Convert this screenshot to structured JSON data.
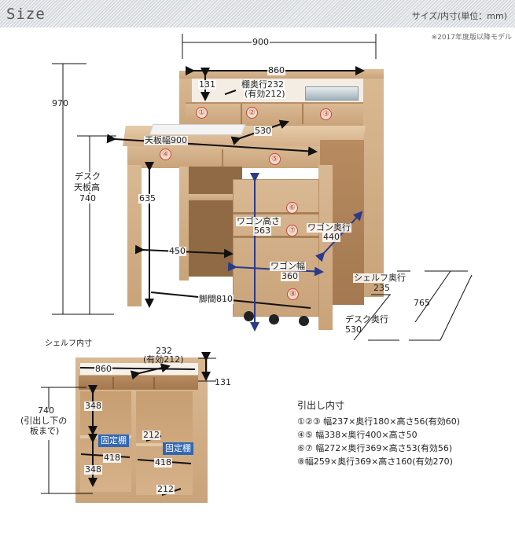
{
  "header": {
    "title": "Size",
    "subtitle": "サイズ/内寸(単位：mm)"
  },
  "note": "※2017年度版以降モデル",
  "main_diagram": {
    "overall_width": "900",
    "overall_height": "970",
    "shelf_width": "860",
    "shelf_height": "131",
    "shelf_depth": "棚奥行232",
    "shelf_depth_effective": "(有効212)",
    "top_depth_arrow": "530",
    "top_width": "天板幅900",
    "desk_height_label_1": "デスク",
    "desk_height_label_2": "天板高",
    "desk_height_value": "740",
    "under_desk_height": "635",
    "under_width": "450",
    "leg_span": "脚間810",
    "wagon_height_label": "ワゴン高さ",
    "wagon_height_value": "563",
    "wagon_depth_label": "ワゴン奥行",
    "wagon_depth_value": "440",
    "wagon_width_label": "ワゴン幅",
    "wagon_width_value": "360",
    "shelf_depth_side_label": "シェルフ奥行",
    "shelf_depth_side_value": "235",
    "desk_depth_label": "デスク奥行",
    "desk_depth_value": "530",
    "total_depth": "765",
    "drawer_numbers": [
      "①",
      "②",
      "③",
      "④",
      "⑤",
      "⑥",
      "⑦",
      "⑧"
    ]
  },
  "shelf_diagram": {
    "title": "シェルフ内寸",
    "depth": "232",
    "depth_effective": "(有効212)",
    "width": "860",
    "height_top": "131",
    "height_label_1": "740",
    "height_label_2": "(引出し下の",
    "height_label_3": "板まで)",
    "upper_height": "348",
    "lower_height": "348",
    "fixed_shelf": "固定棚",
    "inner_width_left": "418",
    "inner_width_right": "418",
    "inner_depth_mid": "212",
    "inner_depth_bottom": "212"
  },
  "drawer_specs": {
    "title": "引出し内寸",
    "rows": [
      "①②③ 幅237×奥行180×高さ56(有効60)",
      "④⑤ 幅338×奥行400×高さ50",
      "⑥⑦ 幅272×奥行369×高さ53(有効56)",
      "⑧幅259×奥行369×高さ160(有効270)"
    ]
  },
  "colors": {
    "number_circle": "#d04030",
    "fixed_shelf_tag": "#2f67b4",
    "wagon_arrows": "#2a3a8c"
  }
}
